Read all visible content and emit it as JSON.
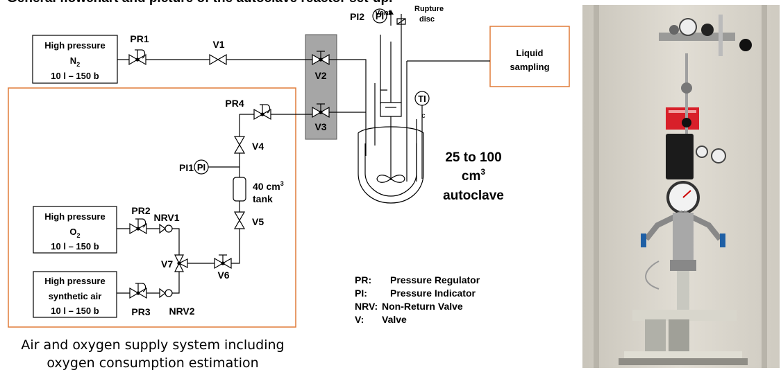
{
  "title": "General flowchart and picture of the autoclave reactor set-up.",
  "sources": {
    "n2": {
      "line1": "High pressure",
      "gas": "N",
      "sub": "2",
      "spec": "10 l – 150 b"
    },
    "o2": {
      "line1": "High pressure",
      "gas": "O",
      "sub": "2",
      "spec": "10 l – 150 b"
    },
    "air": {
      "line1": "High pressure",
      "line2": "synthetic air",
      "spec": "10 l – 150 b"
    }
  },
  "components": {
    "pr1": "PR1",
    "pr2": "PR2",
    "pr3": "PR3",
    "pr4": "PR4",
    "v1": "V1",
    "v2": "V2",
    "v3": "V3",
    "v4": "V4",
    "v5": "V5",
    "v6": "V6",
    "v7": "V7",
    "nrv1": "NRV1",
    "nrv2": "NRV2",
    "pi1": "PI1",
    "pi2": "PI2",
    "pi_symbol": "PI",
    "ti_symbol": "TI",
    "ti_sub": "c",
    "vent": "Vent",
    "rupture_line1": "Rupture",
    "rupture_line2": "disc",
    "sampling_line1": "Liquid",
    "sampling_line2": "sampling",
    "tank_line1": "40 cm",
    "tank_sup": "3",
    "tank_line2": "tank",
    "autoclave_line1": "25 to 100",
    "autoclave_line2": "cm",
    "autoclave_sup": "3",
    "autoclave_line3": "autoclave"
  },
  "caption": {
    "line1": "Air and oxygen supply system including",
    "line2": "oxygen consumption estimation"
  },
  "legend": [
    {
      "abbr": "PR:",
      "text": "Pressure Regulator"
    },
    {
      "abbr": "PI:",
      "text": "Pressure Indicator"
    },
    {
      "abbr": "NRV:",
      "text": "Non-Return Valve"
    },
    {
      "abbr": "V:",
      "text": "Valve"
    }
  ],
  "colors": {
    "frame": "#e07b39",
    "panel": "#a6a6a6"
  }
}
